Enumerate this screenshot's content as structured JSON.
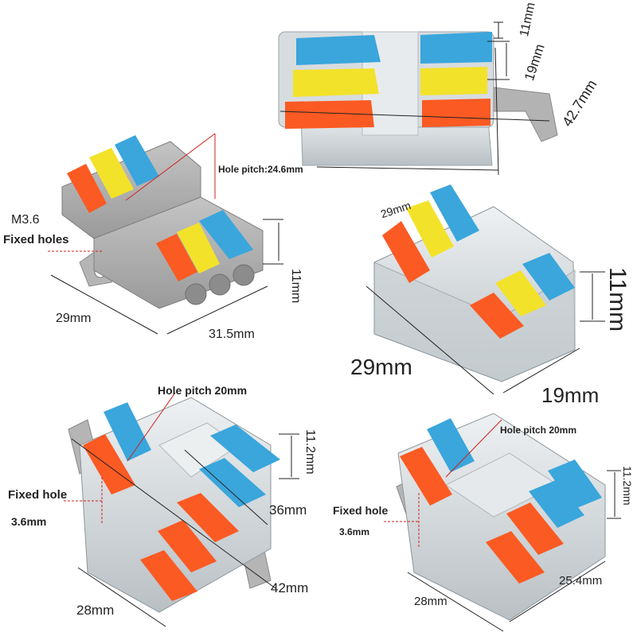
{
  "product_photo": {
    "top_right": {
      "dim_a": "11mm",
      "dim_b": "19mm",
      "dim_c": "42.7mm"
    },
    "top_left": {
      "hole_pitch": "Hole pitch:24.6mm",
      "screw_size": "M3.6",
      "fixed_holes": "Fixed holes",
      "height": "11mm",
      "width": "29mm",
      "depth": "31.5mm"
    },
    "middle_right": {
      "top_width": "29mm",
      "height": "11mm",
      "width": "29mm",
      "depth": "19mm"
    },
    "bottom_left": {
      "hole_pitch": "Hole pitch  20mm",
      "fixed_hole": "Fixed hole",
      "fixed_hole_size": "3.6mm",
      "height": "11.2mm",
      "length_a": "36mm",
      "length_b": "42mm",
      "width": "28mm"
    },
    "bottom_right": {
      "hole_pitch": "Hole pitch  20mm",
      "fixed_hole": "Fixed hole",
      "fixed_hole_size": "3.6mm",
      "height": "11.2mm",
      "width": "28mm",
      "depth": "25.4mm"
    },
    "colors": {
      "blue_lever": "#3aa6dc",
      "yellow_lever": "#f3e22a",
      "orange_lever": "#fb5a23",
      "grey_body": "#a6a6a6",
      "clear_body": "#d4dadd",
      "dimension_line": "#222222",
      "pitch_line": "#e02020"
    }
  }
}
